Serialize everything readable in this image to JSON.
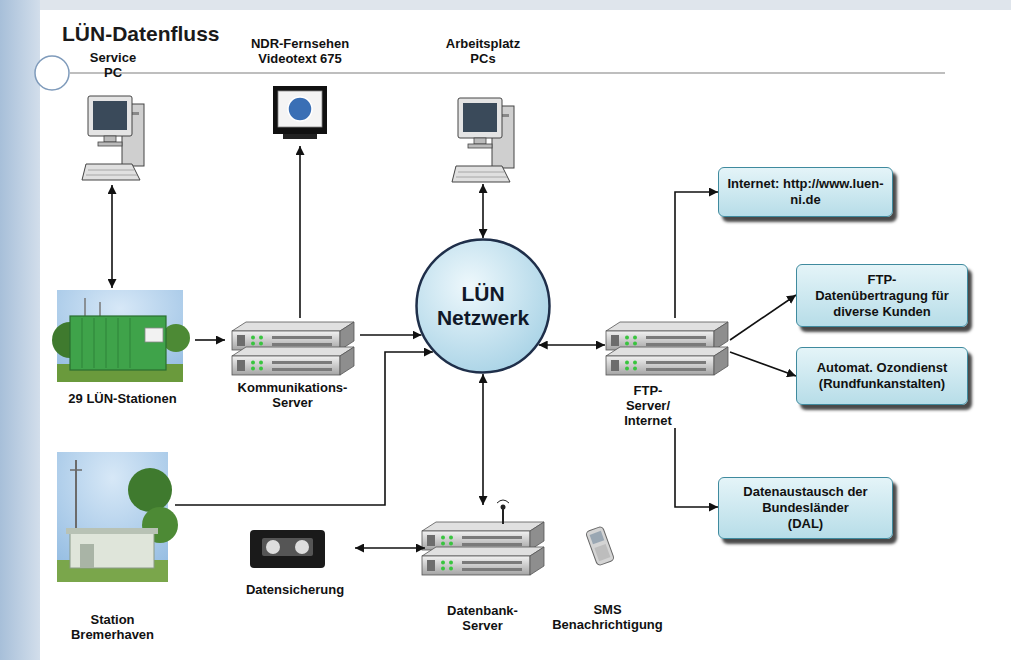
{
  "diagram": {
    "title": "LÜN-Datenfluss",
    "nodes": [
      {
        "text": [
          "Service PC"
        ]
      },
      {
        "text": [
          "NDR-Fernsehen Videotext 675"
        ]
      },
      {
        "text": [
          "Arbeitsplatz PCs"
        ]
      },
      {
        "text": [
          "Internet: http://www.luen-ni.de"
        ]
      },
      {
        "text": [
          "29 LÜN-Stationen"
        ]
      },
      {
        "text": [
          "Kommunikations- Server"
        ]
      },
      {
        "text": [
          "LÜN Netzwerk"
        ]
      },
      {
        "text": [
          "FTP- Server/ Internet"
        ]
      },
      {
        "text": [
          "FTP- Datenübertragung für diverse Kunden"
        ]
      },
      {
        "text": [
          "Automat. Ozondienst (Rundfunkanstalten)"
        ]
      },
      {
        "text": [
          "Station Bremerhaven"
        ]
      },
      {
        "text": [
          "Datenaustausch der Bundesländer (DAL)"
        ]
      },
      {
        "text": [
          "Datensicherung"
        ]
      },
      {
        "text": [
          "Datenbank- Server"
        ]
      },
      {
        "text": [
          "SMS Benachrichtigung"
        ]
      }
    ],
    "edges": [
      {
        "from": 0,
        "to": 4,
        "arrow": "both"
      },
      {
        "from": 4,
        "to": 5,
        "arrow": "to"
      },
      {
        "from": 5,
        "to": 1,
        "arrow": "to"
      },
      {
        "from": 5,
        "to": 6,
        "arrow": "to"
      },
      {
        "from": 2,
        "to": 6,
        "arrow": "both"
      },
      {
        "from": 10,
        "to": 6,
        "arrow": "to"
      },
      {
        "from": 6,
        "to": 13,
        "arrow": "both"
      },
      {
        "from": 12,
        "to": 13,
        "arrow": "both"
      },
      {
        "from": 6,
        "to": 7,
        "arrow": "both"
      },
      {
        "from": 7,
        "to": 3,
        "arrow": "to"
      },
      {
        "from": 7,
        "to": 8,
        "arrow": "to"
      },
      {
        "from": 7,
        "to": 9,
        "arrow": "to"
      },
      {
        "from": 7,
        "to": 11,
        "arrow": "to"
      }
    ]
  }
}
